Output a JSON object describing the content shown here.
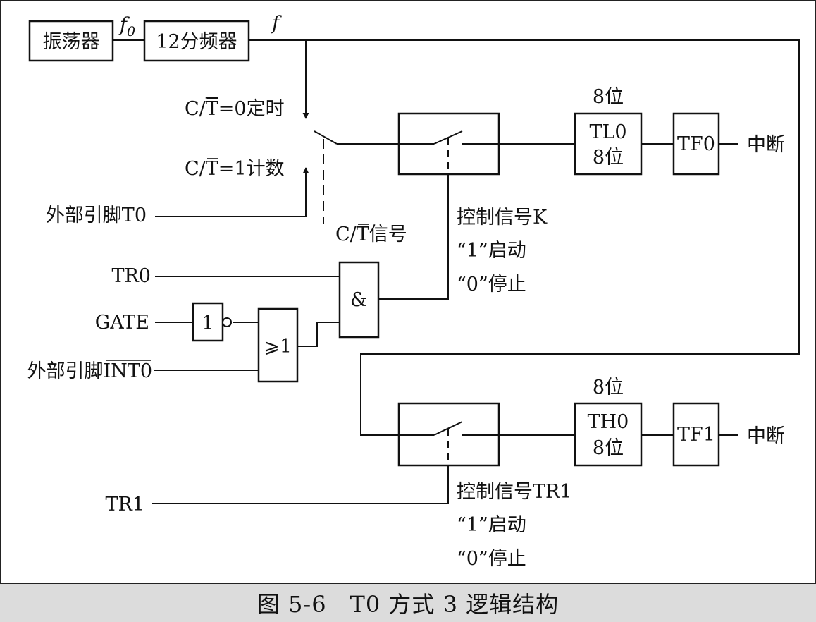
{
  "blocks": {
    "oscillator": "振荡器",
    "divider": "12分频器",
    "tl0_line1": "TL0",
    "tl0_line2": "8位",
    "tf0": "TF0",
    "th0_line1": "TH0",
    "th0_line2": "8位",
    "tf1": "TF1",
    "and_gate": "&",
    "not_gate": "1",
    "or_gate": "⩾1"
  },
  "signals": {
    "f0_base": "f",
    "f0_sub": "0",
    "f": "f",
    "mode_timer_pre": "C/",
    "mode_timer_t": "T",
    "mode_timer_post": "=0定时",
    "mode_counter_pre": "C/",
    "mode_counter_t": "T",
    "mode_counter_post": "=1计数",
    "ext_t0": "外部引脚T0",
    "ct_signal_pre": "C/",
    "ct_signal_t": "T",
    "ct_signal_post": "信号",
    "tr0": "TR0",
    "gate": "GATE",
    "ext_int0_pre": "外部引脚",
    "ext_int0_bar": "INT0",
    "tr1": "TR1"
  },
  "annotations": {
    "bits8_upper": "8位",
    "bits8_lower": "8位",
    "interrupt_upper": "中断",
    "interrupt_lower": "中断",
    "ctrl_k_title": "控制信号K",
    "ctrl_k_start": "“1”启动",
    "ctrl_k_stop": "“0”停止",
    "ctrl_tr1_title": "控制信号TR1",
    "ctrl_tr1_start": "“1”启动",
    "ctrl_tr1_stop": "“0”停止"
  },
  "caption": "图 5-6　T0 方式 3 逻辑结构"
}
